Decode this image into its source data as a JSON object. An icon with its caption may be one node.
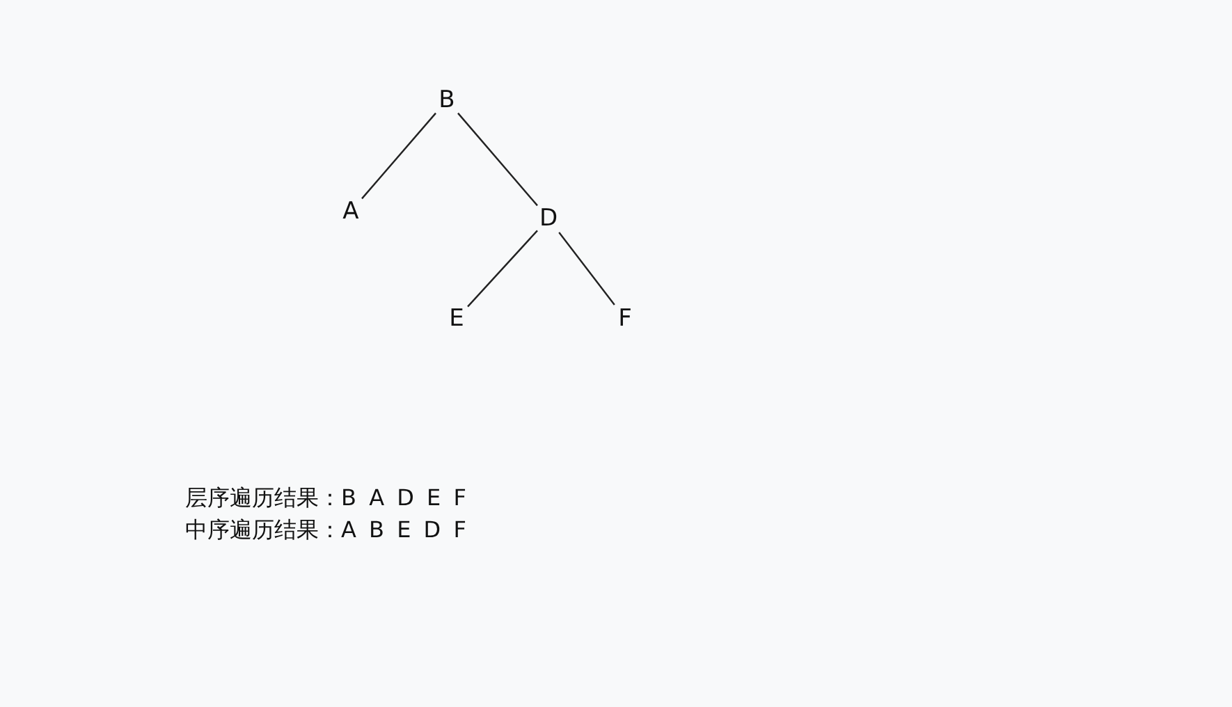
{
  "diagram": {
    "nodes": [
      {
        "text": [
          "B"
        ]
      },
      {
        "text": [
          "A"
        ]
      },
      {
        "text": [
          "D"
        ]
      },
      {
        "text": [
          "E"
        ]
      },
      {
        "text": [
          "F"
        ]
      }
    ],
    "edges": [
      {
        "from": 0,
        "to": 1,
        "arrow": "none"
      },
      {
        "from": 0,
        "to": 2,
        "arrow": "none"
      },
      {
        "from": 2,
        "to": 3,
        "arrow": "none"
      },
      {
        "from": 2,
        "to": 4,
        "arrow": "none"
      }
    ],
    "labels": [
      "层序遍历结果：B A D E F",
      "中序遍历结果：A B E D F"
    ]
  }
}
